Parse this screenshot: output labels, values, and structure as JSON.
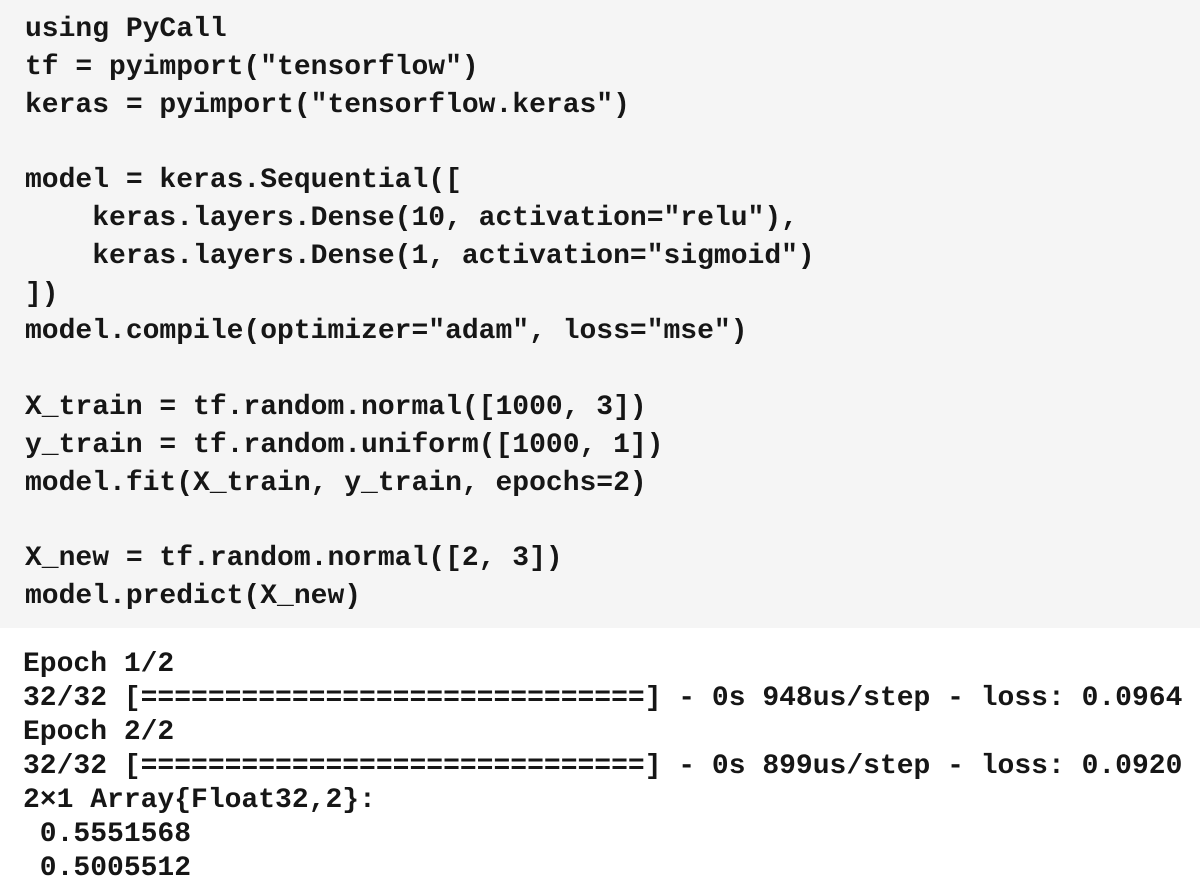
{
  "colors": {
    "code_background": "#f5f5f5",
    "output_background": "#ffffff",
    "text": "#161616"
  },
  "code_block": {
    "language": "julia",
    "lines": [
      "using PyCall",
      "tf = pyimport(\"tensorflow\")",
      "keras = pyimport(\"tensorflow.keras\")",
      "",
      "model = keras.Sequential([",
      "    keras.layers.Dense(10, activation=\"relu\"),",
      "    keras.layers.Dense(1, activation=\"sigmoid\")",
      "])",
      "model.compile(optimizer=\"adam\", loss=\"mse\")",
      "",
      "X_train = tf.random.normal([1000, 3])",
      "y_train = tf.random.uniform([1000, 1])",
      "model.fit(X_train, y_train, epochs=2)",
      "",
      "X_new = tf.random.normal([2, 3])",
      "model.predict(X_new)"
    ]
  },
  "output_block": {
    "epochs": [
      {
        "label": "Epoch 1/2",
        "steps": "32/32",
        "time": "0s",
        "speed": "948us/step",
        "loss": "0.0964"
      },
      {
        "label": "Epoch 2/2",
        "steps": "32/32",
        "time": "0s",
        "speed": "899us/step",
        "loss": "0.0920"
      }
    ],
    "result_header": "2×1 Array{Float32,2}:",
    "result_values": [
      "0.5551568",
      "0.5005512"
    ],
    "lines": [
      "Epoch 1/2",
      "32/32 [==============================] - 0s 948us/step - loss: 0.0964",
      "Epoch 2/2",
      "32/32 [==============================] - 0s 899us/step - loss: 0.0920",
      "2×1 Array{Float32,2}:",
      " 0.5551568",
      " 0.5005512"
    ]
  }
}
